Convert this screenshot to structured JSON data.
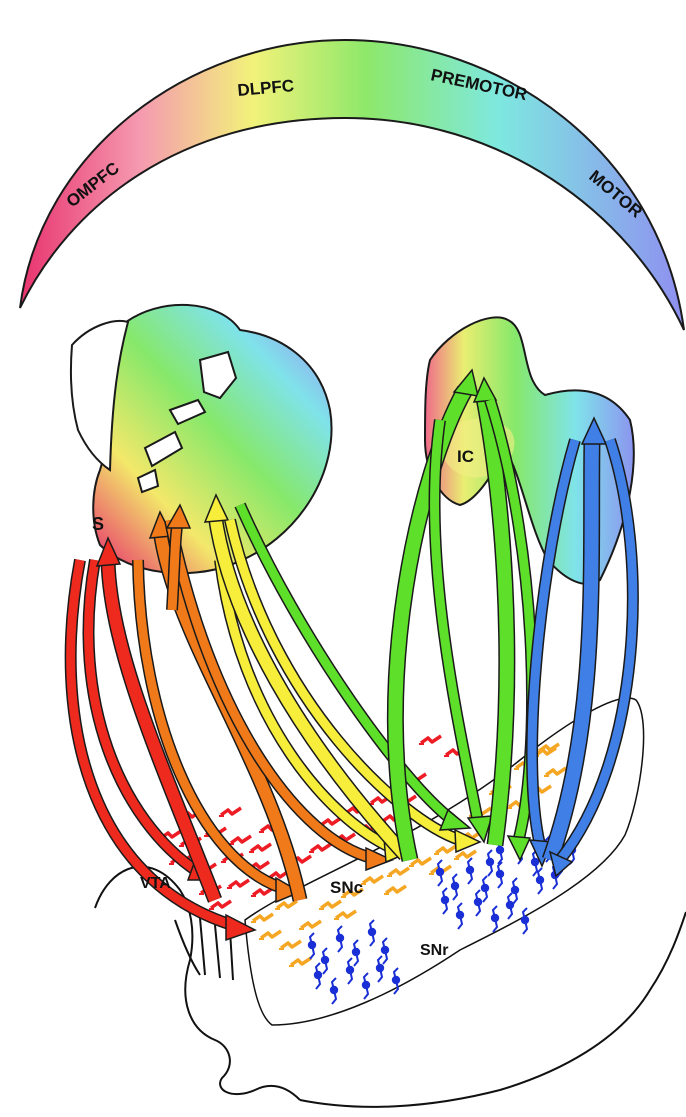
{
  "arc_labels": {
    "ompfc": "OMPFC",
    "dlpfc": "DLPFC",
    "premotor": "PREMOTOR",
    "motor": "MOTOR"
  },
  "region_labels": {
    "striatum": "S",
    "internal_capsule": "IC",
    "vta": "VTA",
    "snc": "SNc",
    "snr": "SNr"
  },
  "colors": {
    "red": "#ee2a1e",
    "orange": "#f07a1a",
    "yellow": "#f6ee3a",
    "green": "#5ee02a",
    "blue": "#3f7fe6",
    "pink": "#e8336e",
    "neuron_red": "#ee1c24",
    "neuron_orange": "#f5a623",
    "neuron_blue": "#1a2fd6"
  }
}
